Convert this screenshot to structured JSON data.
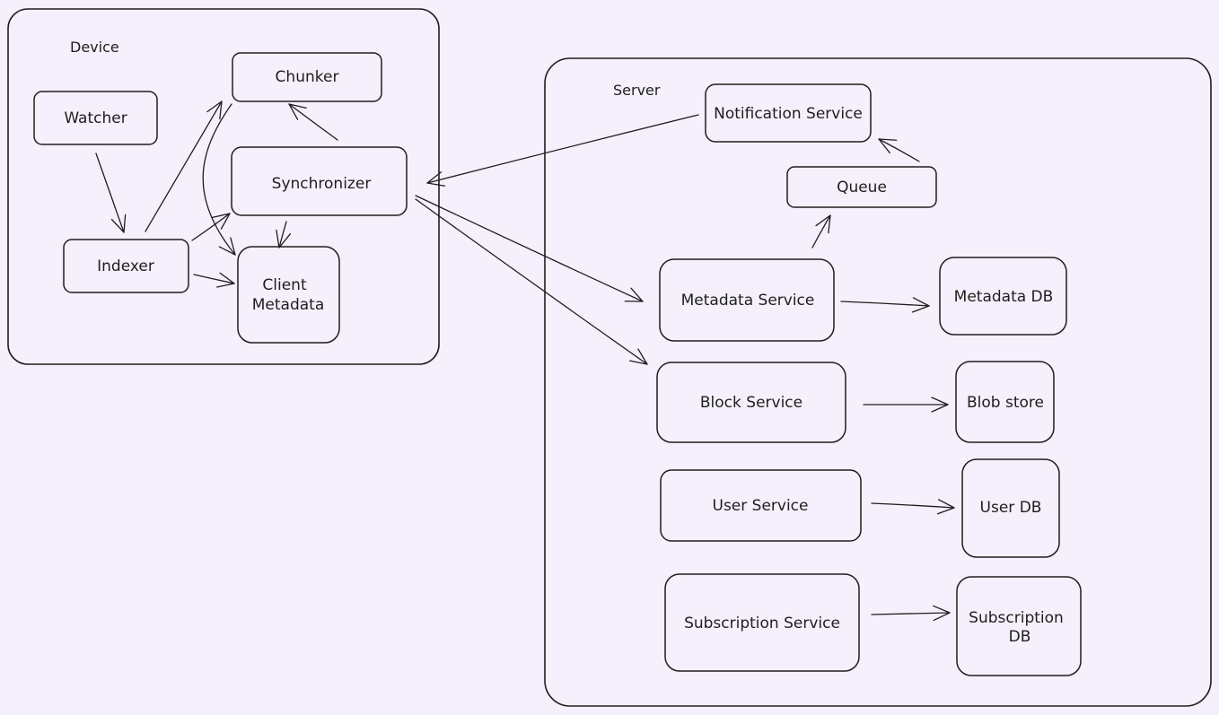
{
  "groups": {
    "device": {
      "title": "Device"
    },
    "server": {
      "title": "Server"
    }
  },
  "nodes": {
    "watcher": {
      "label": "Watcher"
    },
    "chunker": {
      "label": "Chunker"
    },
    "synchronizer": {
      "label": "Synchronizer"
    },
    "indexer": {
      "label": "Indexer"
    },
    "client_metadata": {
      "line1": "Client",
      "line2": "Metadata"
    },
    "notification_service": {
      "label": "Notification Service"
    },
    "queue": {
      "label": "Queue"
    },
    "metadata_service": {
      "label": "Metadata Service"
    },
    "metadata_db": {
      "label": "Metadata DB"
    },
    "block_service": {
      "label": "Block Service"
    },
    "blob_store": {
      "label": "Blob store"
    },
    "user_service": {
      "label": "User Service"
    },
    "user_db": {
      "label": "User DB"
    },
    "subscription_service": {
      "label": "Subscription Service"
    },
    "subscription_db": {
      "line1": "Subscription",
      "line2": "DB"
    }
  },
  "colors": {
    "background": "#f5f0fb",
    "stroke": "#1e1e1e"
  }
}
